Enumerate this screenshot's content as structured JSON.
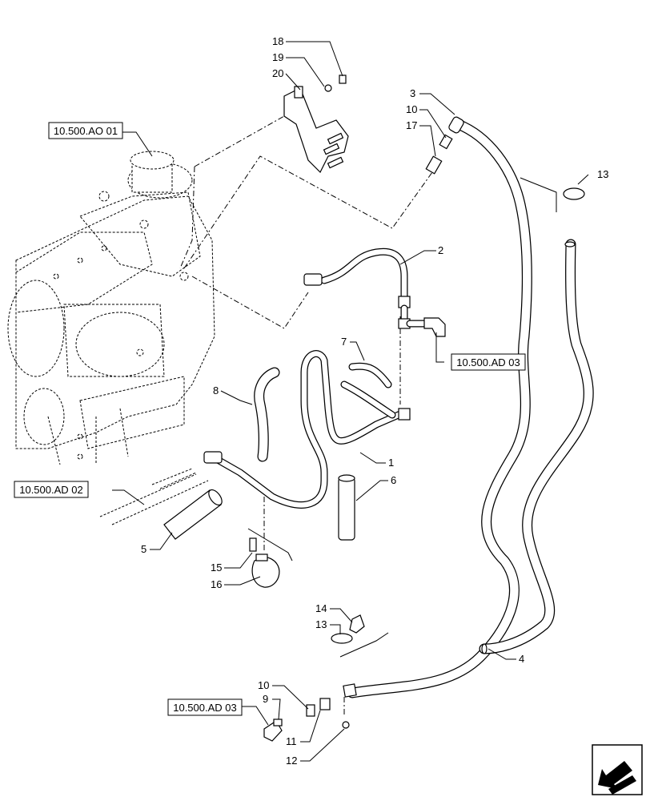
{
  "references": {
    "ao01": "10.500.AO 01",
    "ad03_upper": "10.500.AD 03",
    "ad02": "10.500.AD 02",
    "ad03_lower": "10.500.AD 03"
  },
  "callouts": {
    "c18": "18",
    "c19": "19",
    "c20": "20",
    "c3": "3",
    "c10a": "10",
    "c17": "17",
    "c13a": "13",
    "c2": "2",
    "c7": "7",
    "c8": "8",
    "c1": "1",
    "c6": "6",
    "c5": "5",
    "c15": "15",
    "c16": "16",
    "c14": "14",
    "c13b": "13",
    "c4": "4",
    "c10b": "10",
    "c9": "9",
    "c11": "11",
    "c12": "12"
  },
  "icons": {
    "corner": "view-direction-arrow-icon"
  }
}
